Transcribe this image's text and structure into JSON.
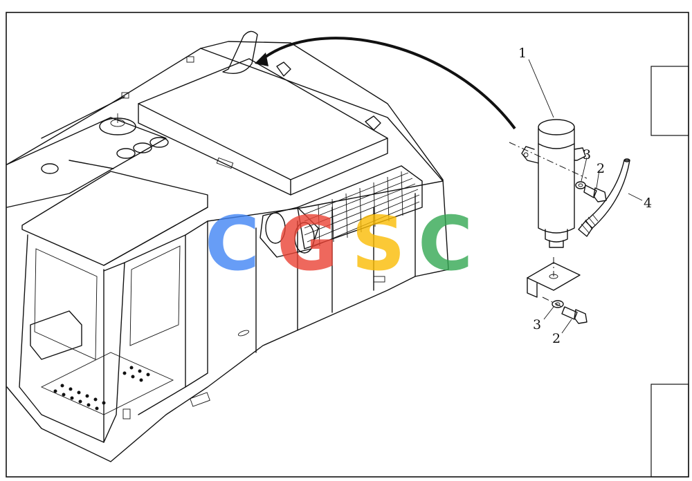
{
  "callouts": {
    "part_1": "1",
    "part_2_upper": "2",
    "part_2_lower": "2",
    "part_3_upper": "3",
    "part_3_lower": "3",
    "part_4": "4"
  },
  "watermark": {
    "letters": [
      "C",
      "G",
      "S",
      "C"
    ],
    "colors": [
      "#4285f4",
      "#ea4335",
      "#fbbc05",
      "#34a853"
    ]
  }
}
